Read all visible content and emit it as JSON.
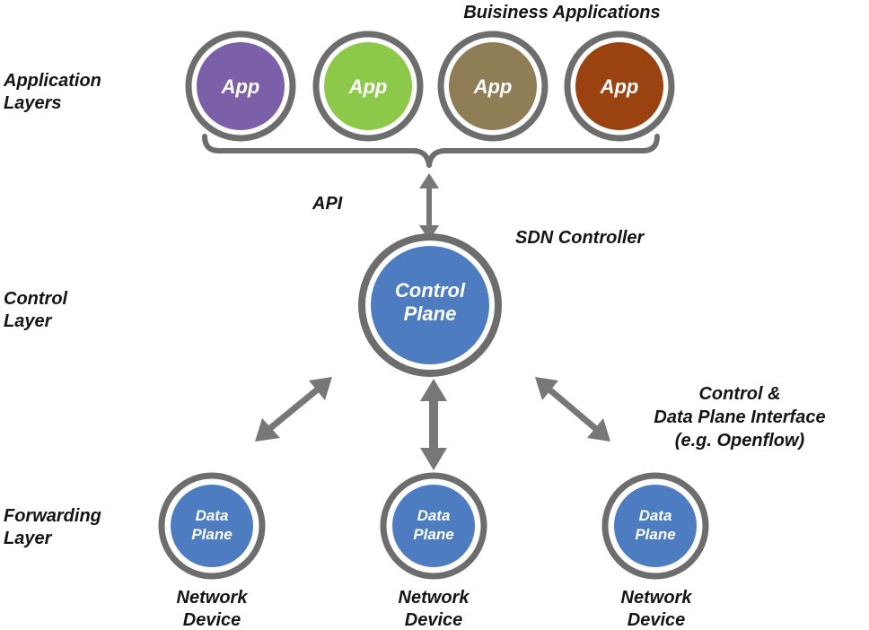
{
  "layers": {
    "application": [
      "Application",
      "Layers"
    ],
    "control": [
      "Control",
      "Layer"
    ],
    "forwarding": [
      "Forwarding",
      "Layer"
    ]
  },
  "business_applications_title": "Buisiness Applications",
  "apps": [
    {
      "label": "App",
      "color": "#7b5fa8"
    },
    {
      "label": "App",
      "color": "#8cc94a"
    },
    {
      "label": "App",
      "color": "#8e7d55"
    },
    {
      "label": "App",
      "color": "#9a4210"
    }
  ],
  "api_label": "API",
  "sdn_controller_label": "SDN Controller",
  "control_plane": {
    "lines": [
      "Control",
      "Plane"
    ],
    "color": "#4d7dc0"
  },
  "interface_label": [
    "Control &",
    "Data Plane Interface",
    "(e.g. Openflow)"
  ],
  "data_planes": [
    {
      "lines": [
        "Data",
        "Plane"
      ],
      "device": [
        "Network",
        "Device"
      ]
    },
    {
      "lines": [
        "Data",
        "Plane"
      ],
      "device": [
        "Network",
        "Device"
      ]
    },
    {
      "lines": [
        "Data",
        "Plane"
      ],
      "device": [
        "Network",
        "Device"
      ]
    }
  ],
  "colors": {
    "ring": "#6d6d6d",
    "arrow": "#777777",
    "data_plane": "#4d7dc0",
    "text": "#141414"
  }
}
